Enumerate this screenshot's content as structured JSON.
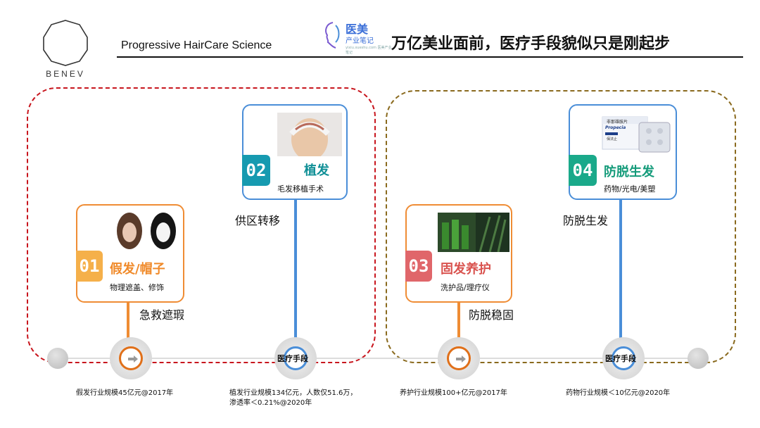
{
  "header": {
    "logo_text": "BENEV",
    "subtitle": "Progressive HairCare Science",
    "brand_main": "医美",
    "brand_sub": "产业笔记",
    "brand_fine": "yixiu.xueshu.com 医美产业笔记",
    "title": "万亿美业面前，医疗手段貌似只是刚起步"
  },
  "cards": [
    {
      "number": "01",
      "title": "假发/帽子",
      "subtitle": "物理遮盖、修饰",
      "side_label": "急救遮瑕",
      "badge_color": "#f5b04a",
      "title_color": "#f08a2a"
    },
    {
      "number": "02",
      "title": "植发",
      "subtitle": "毛发移植手术",
      "side_label": "供区转移",
      "badge_color": "#169ab0",
      "title_color": "#0f8f96"
    },
    {
      "number": "03",
      "title": "固发养护",
      "subtitle": "洗护品/理疗仪",
      "side_label": "防脱稳固",
      "badge_color": "#e0666a",
      "title_color": "#d9534f"
    },
    {
      "number": "04",
      "title": "防脱生发",
      "subtitle": "药物/光电/美塑",
      "side_label": "防脱生发",
      "badge_color": "#1aa98a",
      "title_color": "#149b7a"
    }
  ],
  "product_box": {
    "line1": "非那雄胺片",
    "line2": "Propecia",
    "line3": "保法止"
  },
  "timeline": {
    "node_label": "医疗手段",
    "captions": [
      {
        "lines": [
          "假发行业规模45亿元@2017年"
        ]
      },
      {
        "lines": [
          "植发行业规模134亿元，人数仅51.6万，",
          "渗透率＜0.21%@2020年"
        ]
      },
      {
        "lines": [
          "养护行业规模100+亿元@2017年"
        ]
      },
      {
        "lines": [
          "药物行业规模＜10亿元@2020年"
        ]
      }
    ]
  },
  "colors": {
    "red_group": "#c8161e",
    "gold_group": "#8a6a1e",
    "orange": "#ef8c34",
    "blue": "#4a8ed8"
  }
}
